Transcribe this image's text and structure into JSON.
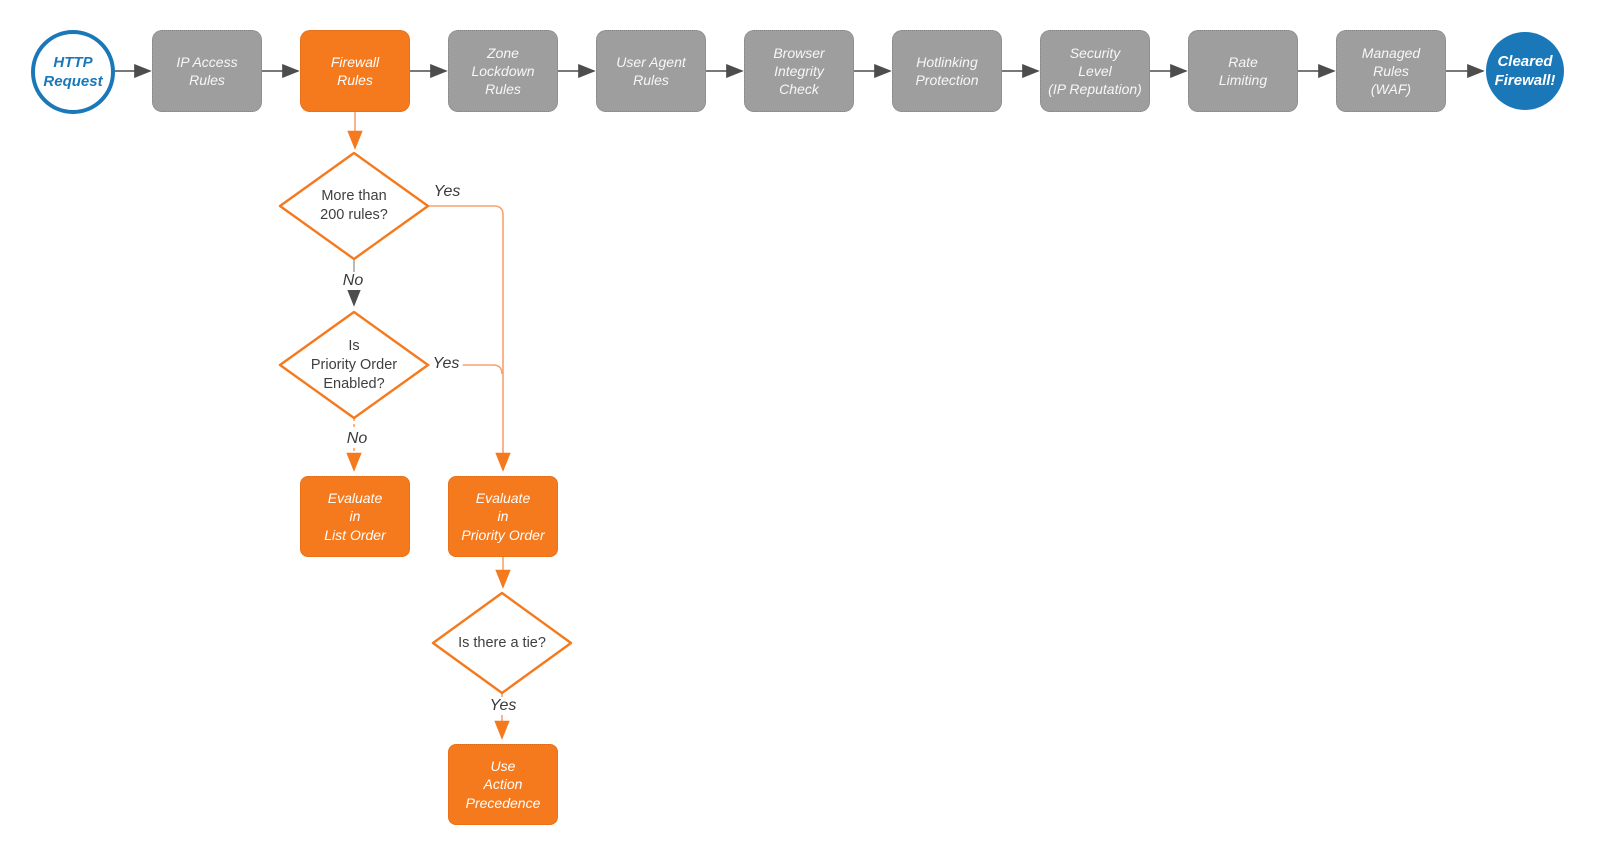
{
  "diagram": {
    "type": "flowchart",
    "colors": {
      "accent_orange": "#F5791D",
      "orange_line": "#F8A26F",
      "step_gray": "#9E9E9E",
      "connector_gray": "#4D4D4D",
      "no_connector_gray": "#9B9B9B",
      "brand_blue": "#1A78B9",
      "text_dark": "#3F3F3F"
    },
    "start": {
      "label": "HTTP\nRequest"
    },
    "pipeline": [
      {
        "label": "IP Access\nRules",
        "highlight": false
      },
      {
        "label": "Firewall\nRules",
        "highlight": true
      },
      {
        "label": "Zone\nLockdown\nRules",
        "highlight": false
      },
      {
        "label": "User Agent\nRules",
        "highlight": false
      },
      {
        "label": "Browser\nIntegrity\nCheck",
        "highlight": false
      },
      {
        "label": "Hotlinking\nProtection",
        "highlight": false
      },
      {
        "label": "Security\nLevel\n(IP Reputation)",
        "highlight": false
      },
      {
        "label": "Rate\nLimiting",
        "highlight": false
      },
      {
        "label": "Managed\nRules\n(WAF)",
        "highlight": false
      }
    ],
    "end": {
      "label": "Cleared\nFirewall!"
    },
    "decisions": [
      {
        "label": "More than\n200 rules?"
      },
      {
        "label": "Is\nPriority Order\nEnabled?"
      },
      {
        "label": "Is there a tie?"
      }
    ],
    "actions": [
      {
        "label": "Evaluate\nin\nList Order"
      },
      {
        "label": "Evaluate\nin\nPriority Order"
      },
      {
        "label": "Use\nAction\nPrecedence"
      }
    ],
    "edge_labels": {
      "yes1": "Yes",
      "no1": "No",
      "yes2": "Yes",
      "no2": "No",
      "yes3": "Yes"
    }
  }
}
